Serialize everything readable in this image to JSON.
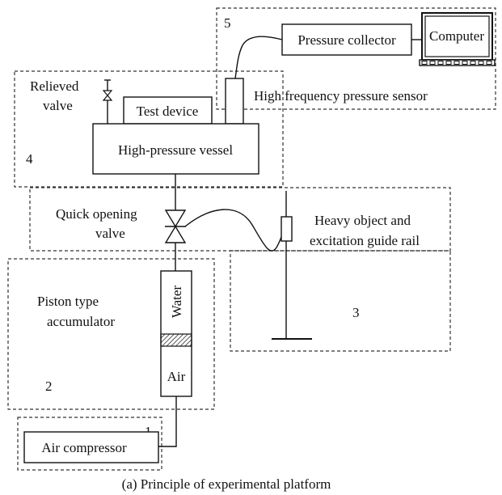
{
  "groups": {
    "group_1": "1",
    "group_2": "2",
    "group_3": "3",
    "group_4": "4",
    "group_5": "5"
  },
  "components": {
    "pressure_collector": "Pressure collector",
    "computer": "Computer",
    "high_freq_sensor": "High frequency pressure sensor",
    "relieved_valve_line1": "Relieved",
    "relieved_valve_line2": "valve",
    "test_device": "Test device",
    "high_pressure_vessel": "High-pressure vessel",
    "quick_valve_line1": "Quick opening",
    "quick_valve_line2": "valve",
    "heavy_object_line1": "Heavy object and",
    "heavy_object_line2": "excitation guide rail",
    "piston_line1": "Piston type",
    "piston_line2": "accumulator",
    "water": "Water",
    "air": "Air",
    "air_compressor": "Air compressor"
  },
  "caption": "(a) Principle of experimental platform"
}
